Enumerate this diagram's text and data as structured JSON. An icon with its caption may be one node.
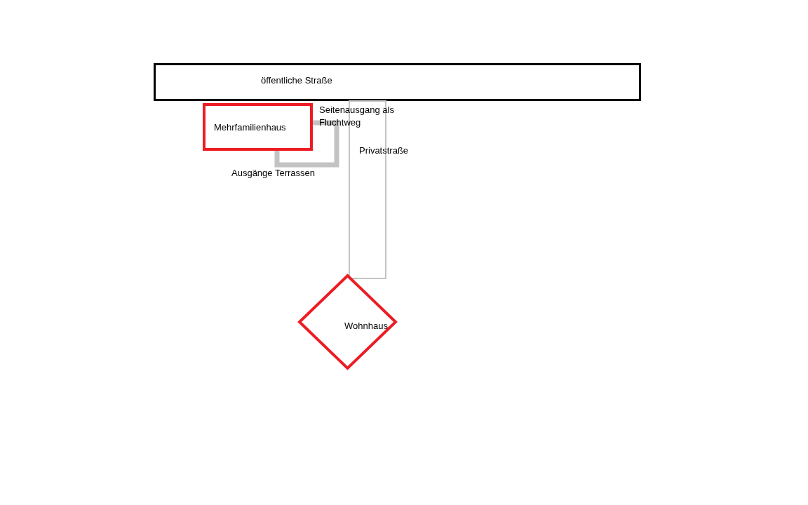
{
  "diagram": {
    "nodes": [
      {
        "text": [
          "öffentliche Straße"
        ]
      },
      {
        "text": [
          "Mehrfamilienhaus"
        ]
      },
      {
        "text": [
          "Privatstraße"
        ]
      },
      {
        "text": [
          "Wohnhaus"
        ]
      }
    ],
    "edges": [
      {
        "from": 1,
        "to": 1,
        "arrow": "none",
        "color": "#c3c3c3"
      }
    ],
    "labels": [
      "Seitenausgang als Fluchtweg",
      "Ausgänge Terrassen"
    ]
  }
}
